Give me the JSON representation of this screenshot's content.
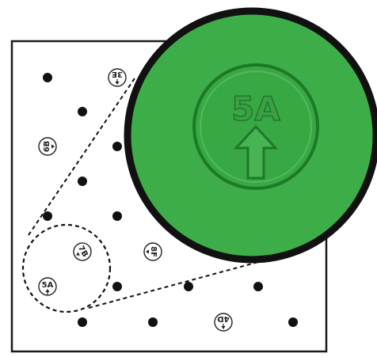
{
  "diagram": {
    "markers": [
      {
        "label": "3E",
        "upside_down": true,
        "arrow": "up"
      },
      {
        "label": "6B",
        "upside_down": false,
        "arrow": "right",
        "rotated": -90
      },
      {
        "label": "7B",
        "upside_down": false,
        "arrow": "down",
        "rotated": 45
      },
      {
        "label": "8F",
        "upside_down": false,
        "arrow": "left",
        "rotated": 90
      },
      {
        "label": "5A",
        "upside_down": false,
        "arrow": "up"
      },
      {
        "label": "4D",
        "upside_down": true,
        "arrow": "up"
      }
    ],
    "magnified_marker": {
      "label": "5A",
      "arrow": "up"
    },
    "colors": {
      "frame": "#1a1a1a",
      "dot": "#111111",
      "turf": "#2fa83a",
      "turf_dark": "#1f7f29",
      "embossed": "#48b352",
      "lens_border": "#111111"
    }
  }
}
